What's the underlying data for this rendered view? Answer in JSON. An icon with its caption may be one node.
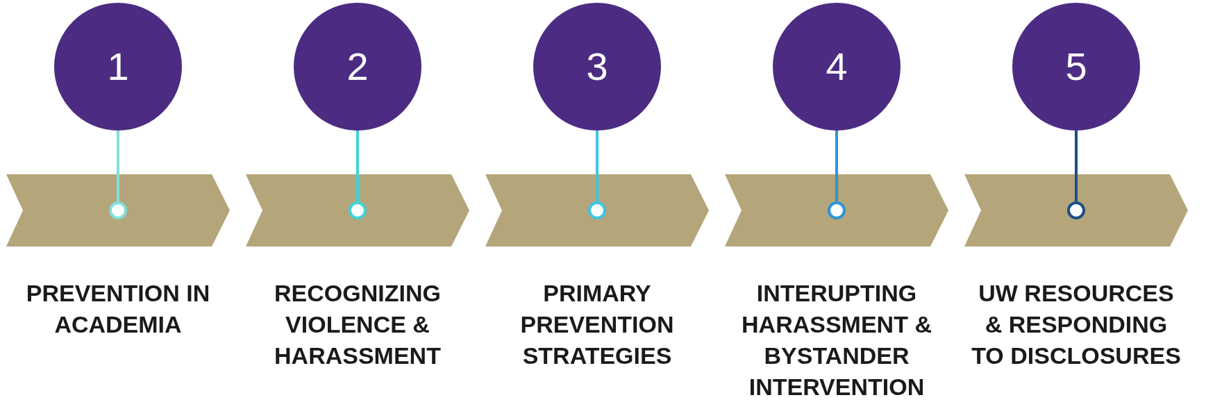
{
  "diagram": {
    "nodes": [
      {
        "text": [
          "1"
        ]
      },
      {
        "text": [],
        "shape": "chevron",
        "beside": [
          "PREVENTION IN ACADEMIA"
        ]
      },
      {
        "text": [],
        "shape": "circle",
        "in": 1
      },
      {
        "text": [
          "2"
        ]
      },
      {
        "text": [],
        "shape": "chevron",
        "beside": [
          "RECOGNIZING VIOLENCE & HARASSMENT"
        ]
      },
      {
        "text": [],
        "shape": "circle",
        "in": 4
      },
      {
        "text": [
          "3"
        ]
      },
      {
        "text": [],
        "shape": "chevron",
        "beside": [
          "PRIMARY PREVENTION STRATEGIES"
        ]
      },
      {
        "text": [],
        "shape": "circle",
        "in": 7
      },
      {
        "text": [
          "4"
        ]
      },
      {
        "text": [],
        "shape": "chevron",
        "beside": [
          "INTERUPTING HARASSMENT & BYSTANDER INTERVENTION"
        ]
      },
      {
        "text": [],
        "shape": "circle",
        "in": 10
      },
      {
        "text": [
          "5"
        ]
      },
      {
        "text": [],
        "shape": "chevron",
        "beside": [
          "UW RESOURCES & RESPONDING TO DISCLOSURES"
        ]
      },
      {
        "text": [],
        "shape": "circle",
        "in": 13
      }
    ],
    "edges": [
      {
        "from": 0,
        "to": 2,
        "arrow": "none",
        "color": "#7fe0dc"
      },
      {
        "from": 3,
        "to": 5,
        "arrow": "none",
        "color": "#3fd3d8"
      },
      {
        "from": 6,
        "to": 8,
        "arrow": "none",
        "color": "#3cc6e6"
      },
      {
        "from": 9,
        "to": 11,
        "arrow": "none",
        "color": "#2f93d8"
      },
      {
        "from": 12,
        "to": 14,
        "arrow": "none",
        "color": "#1c4f86"
      }
    ]
  }
}
